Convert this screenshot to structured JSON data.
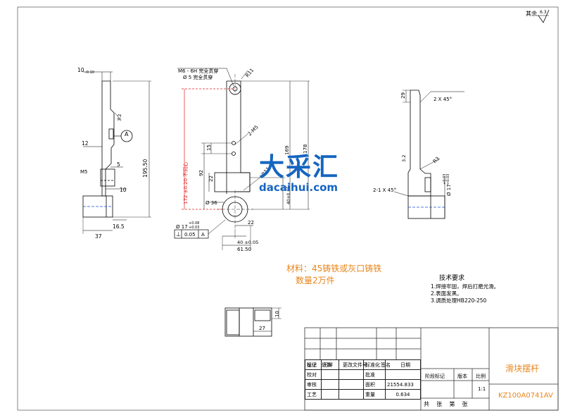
{
  "roughness": {
    "label": "其余",
    "value": "6.3"
  },
  "left_view": {
    "dims": {
      "top_width": "10",
      "top_tol": "-0.10",
      "d12": "12",
      "d5": "5",
      "d10": "10",
      "m5": "M5",
      "d37": "37",
      "d165": "16.5",
      "d19550": "195.50",
      "d32": "3.2"
    },
    "datum": "A"
  },
  "front_view": {
    "callout_1": "M6 - 6H 完全贯穿",
    "callout_2": "Ø 5 完全贯穿",
    "r11_top": "R11",
    "m5_2": "2-M5",
    "r11_mid": "R11",
    "d172": "172 ±0.20 不同心",
    "d92": "92",
    "d22": "22",
    "d15": "15",
    "d36": "Ø 36",
    "d40": "40±0.05",
    "d22b": "22",
    "d169": "169",
    "d178": "178",
    "d4005": "40±0.05",
    "d6150": "61.50",
    "d40b": "40 ±0.05",
    "tol_dia": "Ø 17",
    "tol_up": "+0.08",
    "tol_low": "+0.03",
    "gtol_sym": "⊥",
    "gtol_val": "0.05",
    "gtol_ref": "A"
  },
  "right_view": {
    "d29": "29",
    "chamfer_top": "2 X 45°",
    "d32": "3.2",
    "r3": "R3",
    "chamfer_bot": "2-1 X 45°",
    "dia": "Ø 17",
    "dia_up": "+0.03",
    "dia_low": "+0.03"
  },
  "small_view": {
    "d10": "10",
    "d27": "27"
  },
  "watermark": {
    "cn": "大采汇",
    "en": "dacaihui.com"
  },
  "notes": {
    "material": "材料：45铸铁或灰口铸铁",
    "quantity": "数量2万件"
  },
  "tech": {
    "title": "技术要求",
    "items": [
      "1.焊接牢固，焊后打磨光滑。",
      "2.表面发黑。",
      "3.调质处理HB220-250"
    ]
  },
  "title_block": {
    "header": [
      "标记",
      "处数",
      "更改文件号",
      "签名",
      "日期"
    ],
    "design_label": "设计",
    "designer": "王祥",
    "std_label": "标准化",
    "check_label": "校对",
    "approve_label": "批准",
    "review_label": "审核",
    "area_label": "面积",
    "area_value": "21554.833",
    "craft_label": "工艺",
    "weight_label": "重量",
    "weight_value": "0.634",
    "stage_label": "阶段标记",
    "version_label": "版本",
    "scale_label": "比例",
    "scale_value": "1:1",
    "sheets": "共    张    第    张",
    "part_name": "滑块摆杆",
    "drawing_no": "KZ100A0741AV"
  }
}
